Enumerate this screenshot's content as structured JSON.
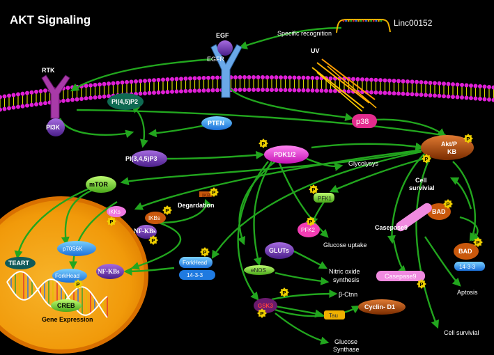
{
  "title": "AKT Signaling",
  "lnc": "Linc00152",
  "specific_recognition": "Specific recognition",
  "uv": "UV",
  "egf": "EGF",
  "egfr": "EGFR",
  "rtk": "RTK",
  "pi3k": "PI3K",
  "pip2": "PI(4,5)P2",
  "pip3": "PI(3,4,5)P3",
  "pten": "PTEN",
  "p38": "p38",
  "pdk": "PDK1/2",
  "akt_line1": "Akt/P",
  "akt_line2": "KB",
  "glycolysys": "Glycolysys",
  "pfk1": "PFK1",
  "pfk2": "PFK2",
  "glucose_uptake": "Glucose uptake",
  "gluts": "GLUTs",
  "enos": "eNOS",
  "nitric_line1": "Nitric oxide",
  "nitric_line2": "synthesis",
  "bctnn": "β-Ctnn",
  "gsk3": "GSK3",
  "tau": "Tau",
  "cyclin": "Cyclin- D1",
  "gs_line1": "Glucose",
  "gs_line2": "Synthase",
  "cell_survival_bottom": "Cell survivial",
  "cell_survival_top_line1": "Cell",
  "cell_survival_top_line2": "survivial",
  "bad1": "BAD",
  "bad2": "BAD",
  "casepase9_1": "Casepase9",
  "casepase9_2": "Casepase9",
  "aptosis": "Aptosis",
  "p1433_right": "14-3-3",
  "mtor": "mTOR",
  "ikks": "IKKs",
  "ikbs": "IKBs",
  "nfkbs": "NF-KBs",
  "degardation": "Degardation",
  "ikbs_small": "IKBs",
  "p70s6k": "p70S6K",
  "teart": "TEART",
  "forkhead_nuc": "ForkHead",
  "nfkbs_nuc": "NF-KBs",
  "creb": "CREB",
  "gene_expression": "Gene Expression",
  "forkhead": "ForkHead",
  "p1433_mid": "14-3-3",
  "phospho": "P",
  "colors": {
    "background": "#000000",
    "arrow": "#22a61e",
    "membrane_head": "#e11fd8",
    "membrane_tail": "#d8d800",
    "nucleus": "#f2a010",
    "pdk": "#e52ad8",
    "akt": "#c9580c",
    "p38": "#e32c8e",
    "pten": "#3a7fe0",
    "phospho": "#f0d000"
  }
}
